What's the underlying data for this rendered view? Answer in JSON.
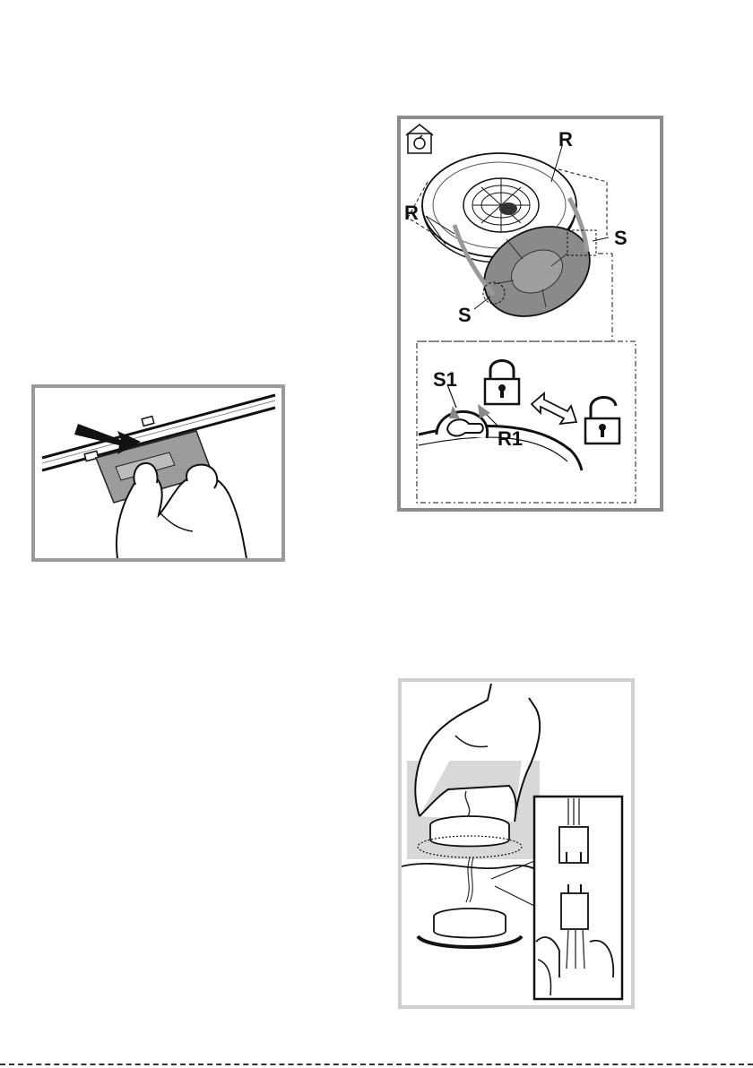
{
  "figure_grease": {},
  "figure_carbon": {
    "labels": {
      "r_top": "R",
      "r_left": "R",
      "s_right": "S",
      "s_bottom": "S",
      "s1": "S1",
      "r1": "R1"
    },
    "icons": [
      "recirculation-house-icon",
      "padlock-closed-icon",
      "padlock-open-icon",
      "double-arrow-icon"
    ]
  },
  "figure_lamp": {}
}
